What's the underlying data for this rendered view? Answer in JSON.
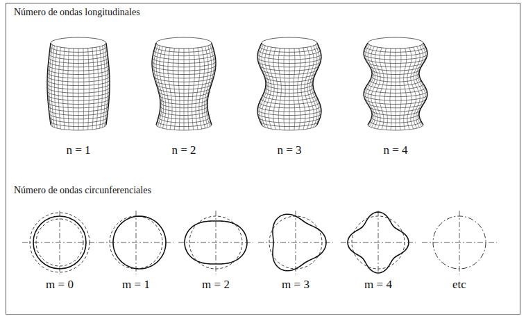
{
  "diagram": {
    "labels": [
      "Número de ondas longitudinales",
      "n = 1",
      "n = 2",
      "n = 3",
      "n = 4",
      "Número de ondas circunferenciales",
      "m = 0",
      "m = 1",
      "m = 2",
      "m = 3",
      "m = 4",
      "etc"
    ]
  }
}
